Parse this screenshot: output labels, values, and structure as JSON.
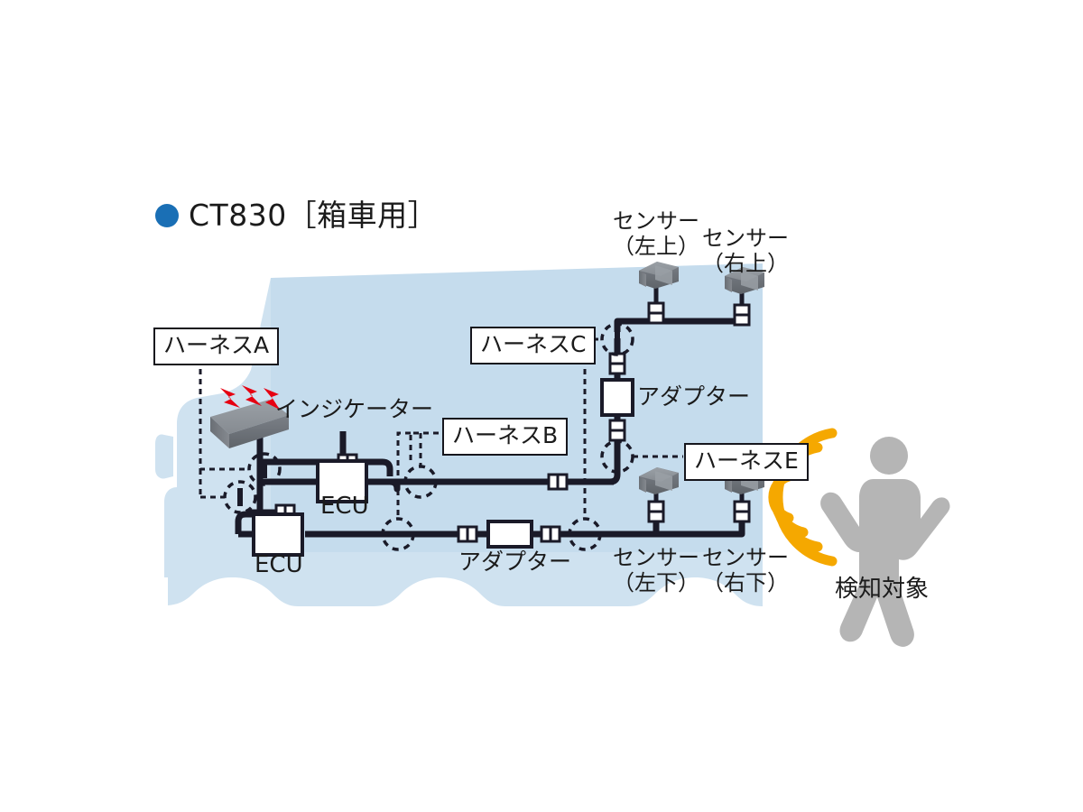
{
  "title": {
    "bullet_color": "#1a6fb5",
    "text": "CT830［箱車用］"
  },
  "colors": {
    "truck_body": "#c5dced",
    "truck_body_light": "#d7e7f2",
    "cable": "#1a1a28",
    "device_gray_top": "#8d9197",
    "device_gray_front": "#6e7278",
    "flash_red": "#e60012",
    "wave_orange": "#f5a800",
    "person_gray": "#b5b5b5",
    "label_border": "#16161d",
    "label_fill": "#ffffff"
  },
  "labels": {
    "harness_a": "ハーネスA",
    "harness_b": "ハーネスB",
    "harness_c": "ハーネスC",
    "harness_e": "ハーネスE",
    "indicator": "インジケーター",
    "ecu_upper": "ECU",
    "ecu_lower": "ECU",
    "adapter_vertical": "アダプター",
    "adapter_horizontal": "アダプター",
    "sensor_upper_left": "センサー\n（左上）",
    "sensor_upper_right": "センサー\n（右上）",
    "sensor_lower_left": "センサー\n（左下）",
    "sensor_lower_right": "センサー\n（右下）",
    "detection_target": "検知対象"
  },
  "components": [
    {
      "name": "indicator",
      "label": "インジケーター",
      "kind": "device-3d"
    },
    {
      "name": "ecu-upper",
      "label": "ECU",
      "kind": "box"
    },
    {
      "name": "ecu-lower",
      "label": "ECU",
      "kind": "box"
    },
    {
      "name": "adapter-vertical",
      "label": "アダプター",
      "kind": "box"
    },
    {
      "name": "adapter-horizontal",
      "label": "アダプター",
      "kind": "box"
    },
    {
      "name": "sensor-upper-left",
      "label": "センサー（左上）",
      "kind": "sensor-3d"
    },
    {
      "name": "sensor-upper-right",
      "label": "センサー（右上）",
      "kind": "sensor-3d"
    },
    {
      "name": "sensor-lower-left",
      "label": "センサー（左下）",
      "kind": "sensor-3d"
    },
    {
      "name": "sensor-lower-right",
      "label": "センサー（右下）",
      "kind": "sensor-3d"
    },
    {
      "name": "detection-target",
      "label": "検知対象",
      "kind": "person"
    }
  ],
  "harness_callouts": [
    {
      "name": "harness-a",
      "label": "ハーネスA",
      "targets": 2
    },
    {
      "name": "harness-b",
      "label": "ハーネスB",
      "targets": 2
    },
    {
      "name": "harness-c",
      "label": "ハーネスC",
      "targets": 1
    },
    {
      "name": "harness-e",
      "label": "ハーネスE",
      "targets": 1
    }
  ]
}
